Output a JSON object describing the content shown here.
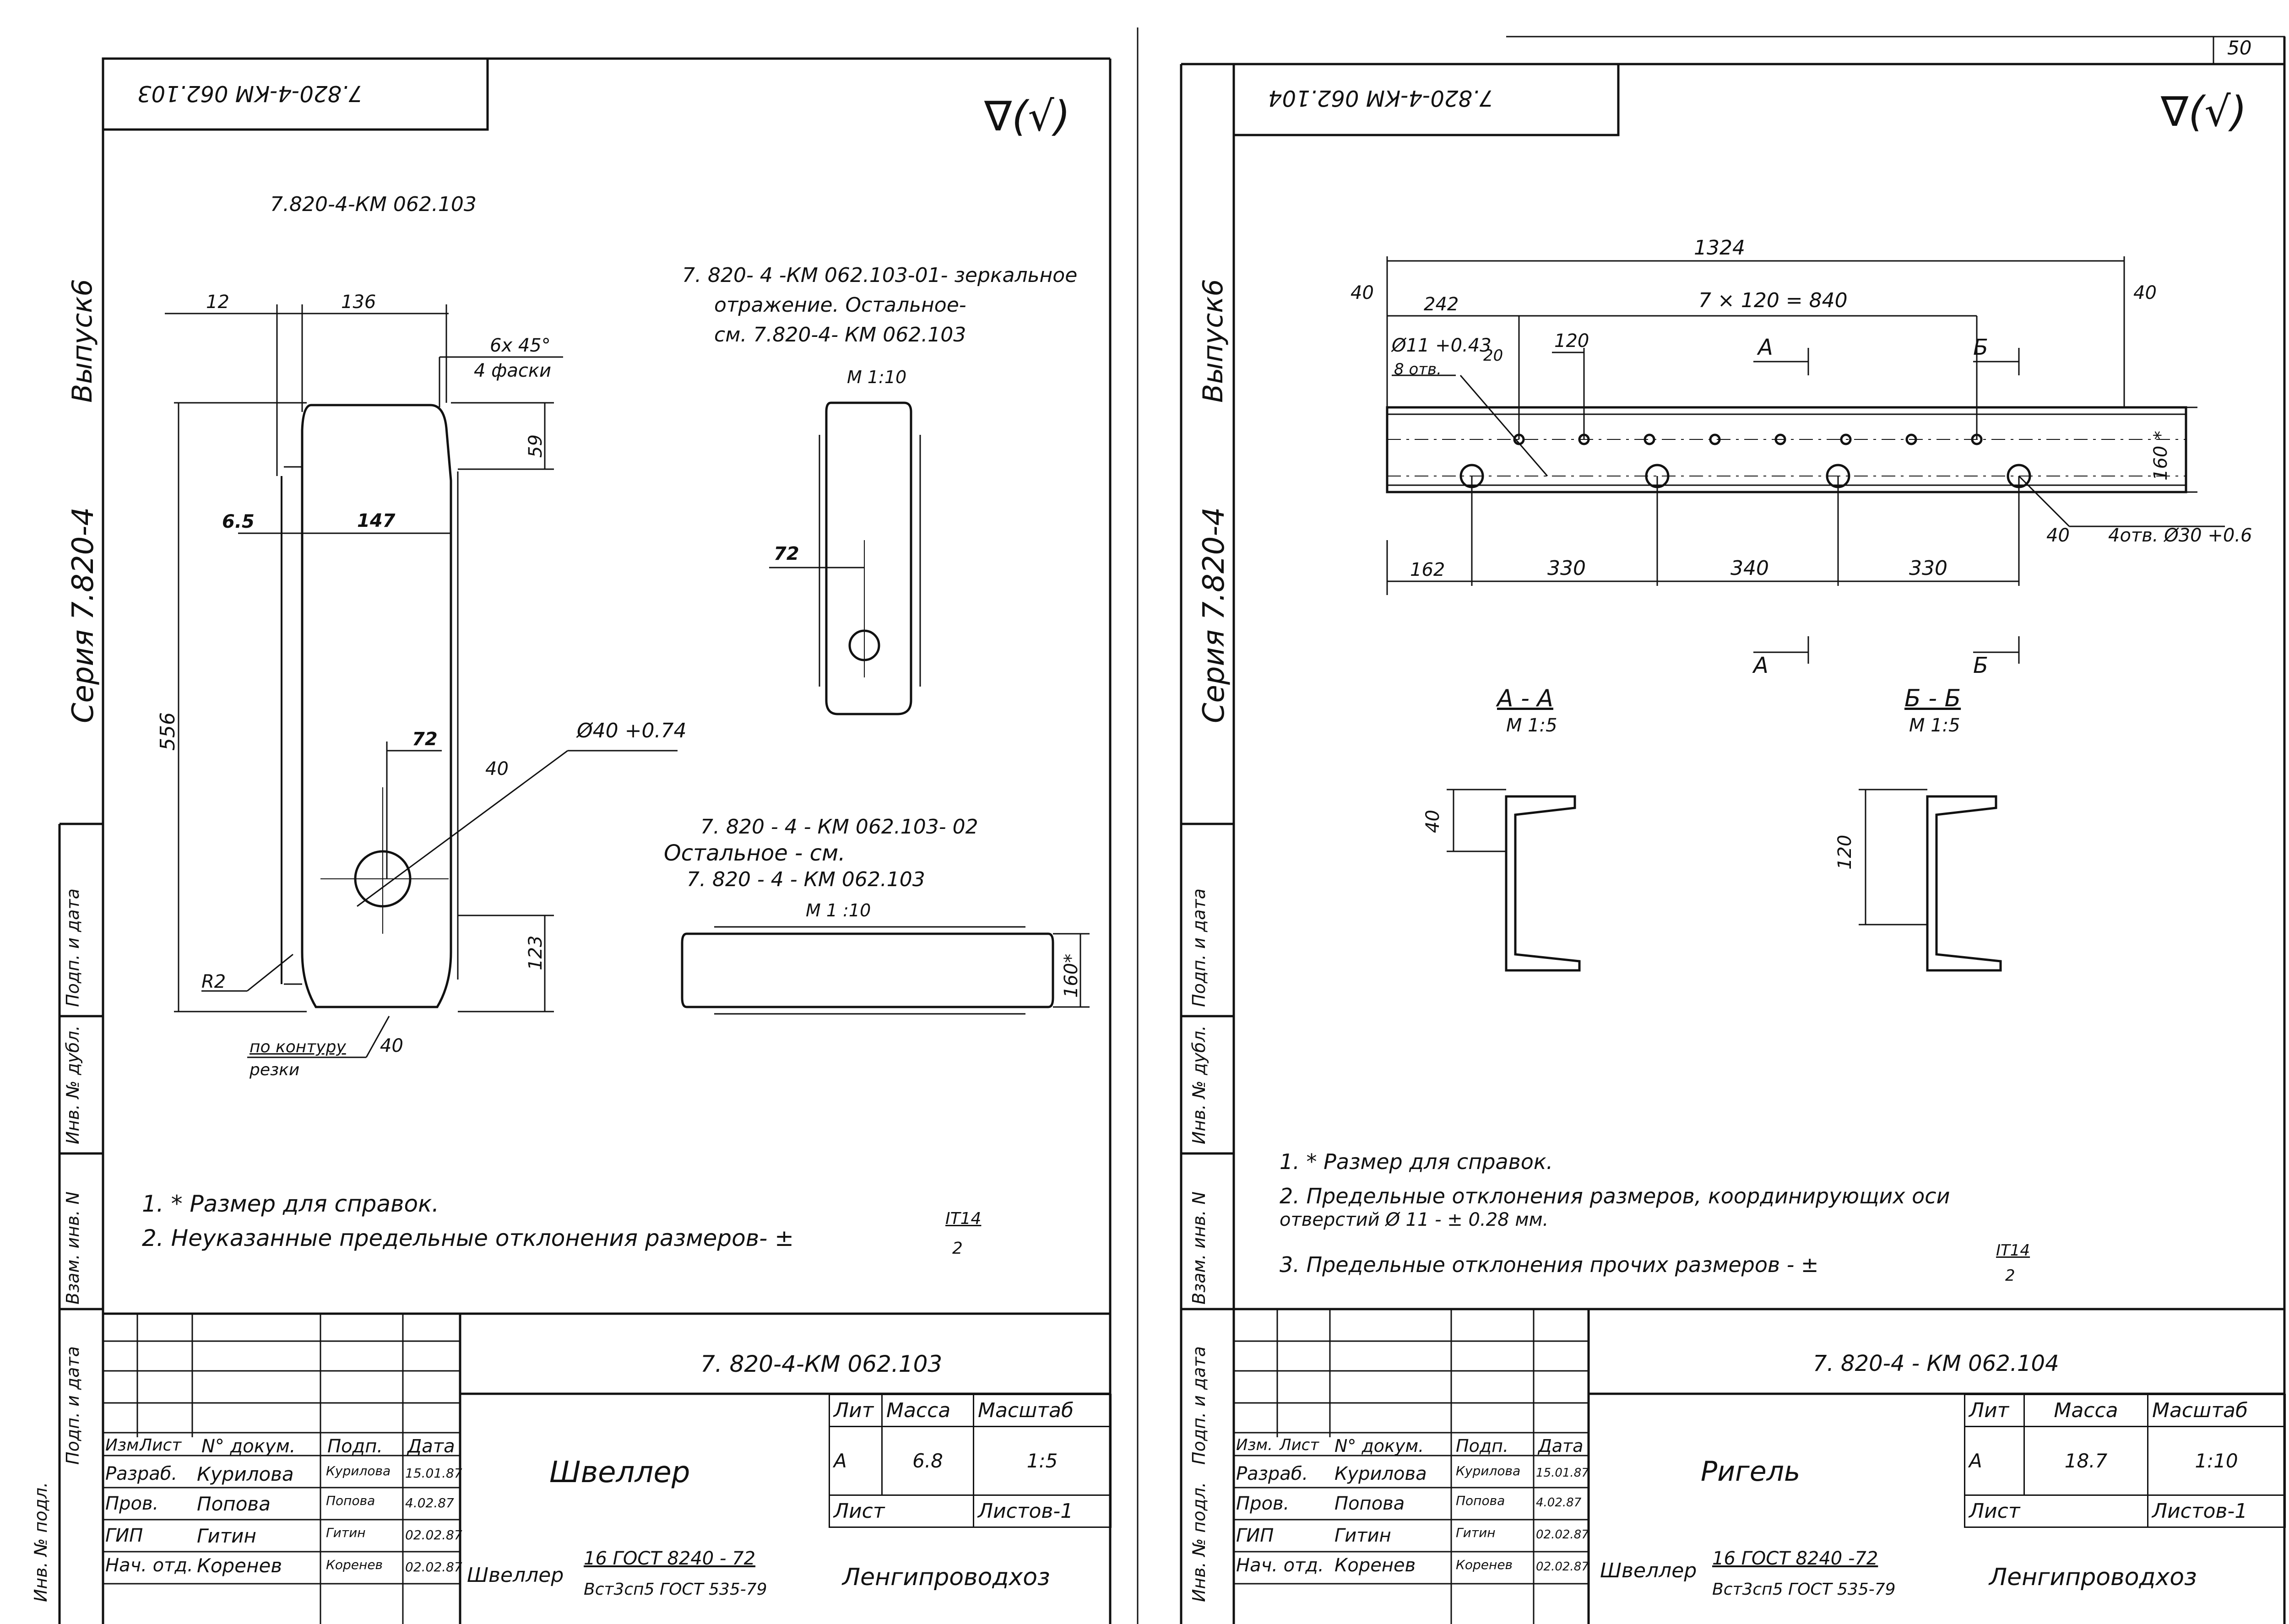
{
  "page_number": "50",
  "sheets": [
    {
      "stamp": "7.820-4-КМ 062.103",
      "roughness": "∇(√)",
      "series": "Серия  7.820-4",
      "issue": "Выпуск6",
      "side_labels": [
        "Взам. инв. N",
        "Инв. № дубл.",
        "Подп. и дата",
        "Подп. и дата",
        "Инв. № подл."
      ],
      "main_label": "7.820-4-КМ 062.103",
      "mirror_note": [
        "7. 820- 4 -КМ 062.103-01- зеркальное",
        "отражение.  Остальное-",
        "см.        7.820-4- КМ 062.103"
      ],
      "scale1": "М 1:10",
      "note2": [
        "7. 820 - 4 - КМ 062.103- 02",
        "Остальное -   см.",
        "7. 820 - 4 - КМ 062.103"
      ],
      "scale2": "М 1 :10",
      "dims": {
        "d12": "12",
        "d136": "136",
        "chamfer": "6x 45°",
        "chamfer2": "4 фаски",
        "d59": "59",
        "d6_5": "6.5",
        "d147": "147",
        "d556": "556",
        "d72": "72",
        "d40": "40",
        "hole": "Ø40 +0.74",
        "d123": "123",
        "r2": "R2",
        "cut": "по контуру",
        "cut2": "резки",
        "d40b": "40",
        "d72b": "72",
        "d160": "160*"
      },
      "notes": [
        "1. * Размер  для  справок.",
        "2.  Неуказанные  предельные  отклонения  размеров- ±",
        "IT14",
        "2"
      ],
      "doc_code": "7. 820-4-КМ 062.103",
      "title": "Швеллер",
      "material": [
        "Швеллер",
        "16  ГОСТ 8240 - 72",
        "Вст3сп5 ГОСТ 535-79"
      ],
      "org": "Ленгипроводхоз",
      "head": [
        "Изм.",
        "Лист",
        "N° докум.",
        "Подп.",
        "Дата"
      ],
      "rows": [
        [
          "Разраб.",
          "Курилова",
          "Курилова",
          "15.01.87"
        ],
        [
          "Пров.",
          "Попова",
          "Попова",
          "4.02.87"
        ],
        [
          "ГИП",
          "Гитин",
          "Гитин",
          "02.02.87"
        ],
        [
          "Нач. отд.",
          "Коренев",
          "Коренев",
          "02.02.87"
        ]
      ],
      "lit_head": [
        "Лит",
        "Масса",
        "Масштаб"
      ],
      "lit_vals": [
        "А",
        "6.8",
        "1:5"
      ],
      "sheet": "Лист",
      "sheets_total": "Листов-1"
    },
    {
      "stamp": "7.820-4-КМ 062.104",
      "roughness": "∇(√)",
      "series": "Серия  7.820-4",
      "issue": "Выпуск6",
      "side_labels": [
        "Взам. инв. N",
        "Инв. № дубл.",
        "Подп. и дата",
        "Подп. и дата",
        "Инв. № подл."
      ],
      "dims": {
        "d1324": "1324",
        "d40l": "40",
        "d40r": "40",
        "d242": "242",
        "d840": "7 × 120 = 840",
        "hole11": "Ø11 +0.43",
        "holes8": "8 отв.",
        "d20": "20",
        "d120": "120",
        "secA": "А",
        "secB": "Б",
        "d160": "160 *",
        "holes30": "4отв. Ø30 +0.6",
        "d40d": "40",
        "d162": "162",
        "d330a": "330",
        "d340": "340",
        "d330b": "330"
      },
      "sectionA": "А - А",
      "sectionA_scale": "М 1:5",
      "sectionA_dim": "40",
      "sectionB": "Б - Б",
      "sectionB_scale": "М 1:5",
      "sectionB_dim": "120",
      "notes": [
        "1. * Размер  для  справок.",
        "2.  Предельные  отклонения  размеров, координирующих  оси",
        "отверстий Ø 11  -  ± 0.28 мм.",
        "3.  Предельные  отклонения  прочих  размеров - ±",
        "IT14",
        "2"
      ],
      "doc_code": "7. 820-4 - КМ 062.104",
      "title": "Ригель",
      "material": [
        "Швеллер",
        "16  ГОСТ 8240 -72",
        "Вст3сп5 ГОСТ 535-79"
      ],
      "org": "Ленгипроводхоз",
      "head": [
        "Изм.",
        "Лист",
        "N° докум.",
        "Подп.",
        "Дата"
      ],
      "rows": [
        [
          "Разраб.",
          "Курилова",
          "Курилова",
          "15.01.87"
        ],
        [
          "Пров.",
          "Попова",
          "Попова",
          "4.02.87"
        ],
        [
          "ГИП",
          "Гитин",
          "Гитин",
          "02.02.87"
        ],
        [
          "Нач. отд.",
          "Коренев",
          "Коренев",
          "02.02.87"
        ]
      ],
      "lit_head": [
        "Лит",
        "Масса",
        "Масштаб"
      ],
      "lit_vals": [
        "А",
        "18.7",
        "1:10"
      ],
      "sheet": "Лист",
      "sheets_total": "Листов-1"
    }
  ]
}
